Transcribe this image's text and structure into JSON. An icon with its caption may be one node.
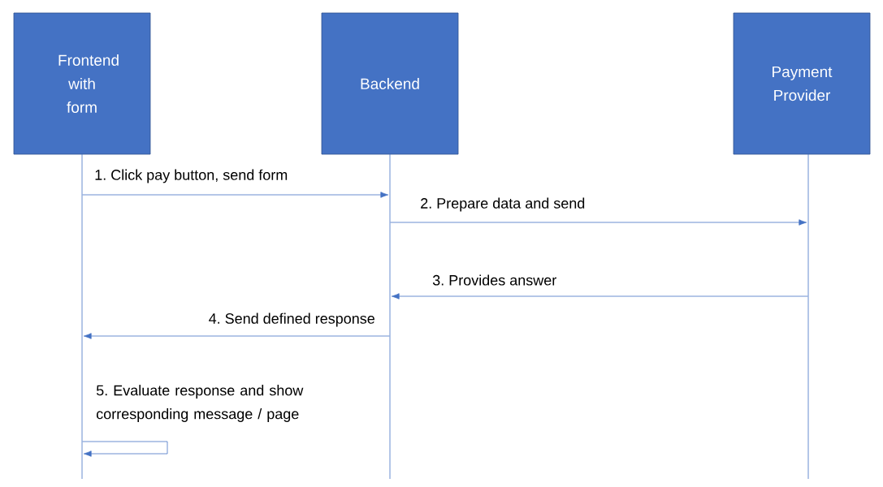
{
  "diagram": {
    "nodes": [
      {
        "text": [
          "Frontend with form"
        ]
      },
      {
        "text": [
          "Backend"
        ]
      },
      {
        "text": [
          "Payment Provider"
        ]
      },
      {
        "text": [],
        "shape": "line"
      },
      {
        "text": [],
        "shape": "line"
      },
      {
        "text": [],
        "shape": "line"
      }
    ],
    "edges": [
      {
        "from": 3,
        "to": 4,
        "arrow": "to",
        "label": "1. Click pay button, send form"
      },
      {
        "from": 4,
        "to": 5,
        "arrow": "to",
        "label": "2. Prepare data and send"
      },
      {
        "from": 5,
        "to": 4,
        "arrow": "to",
        "label": "3. Provides answer"
      },
      {
        "from": 4,
        "to": 3,
        "arrow": "to",
        "label": "4. Send defined response"
      },
      {
        "from": 3,
        "to": 3,
        "arrow": "to",
        "label": "5. Evaluate response and show corresponding message / page"
      }
    ]
  }
}
